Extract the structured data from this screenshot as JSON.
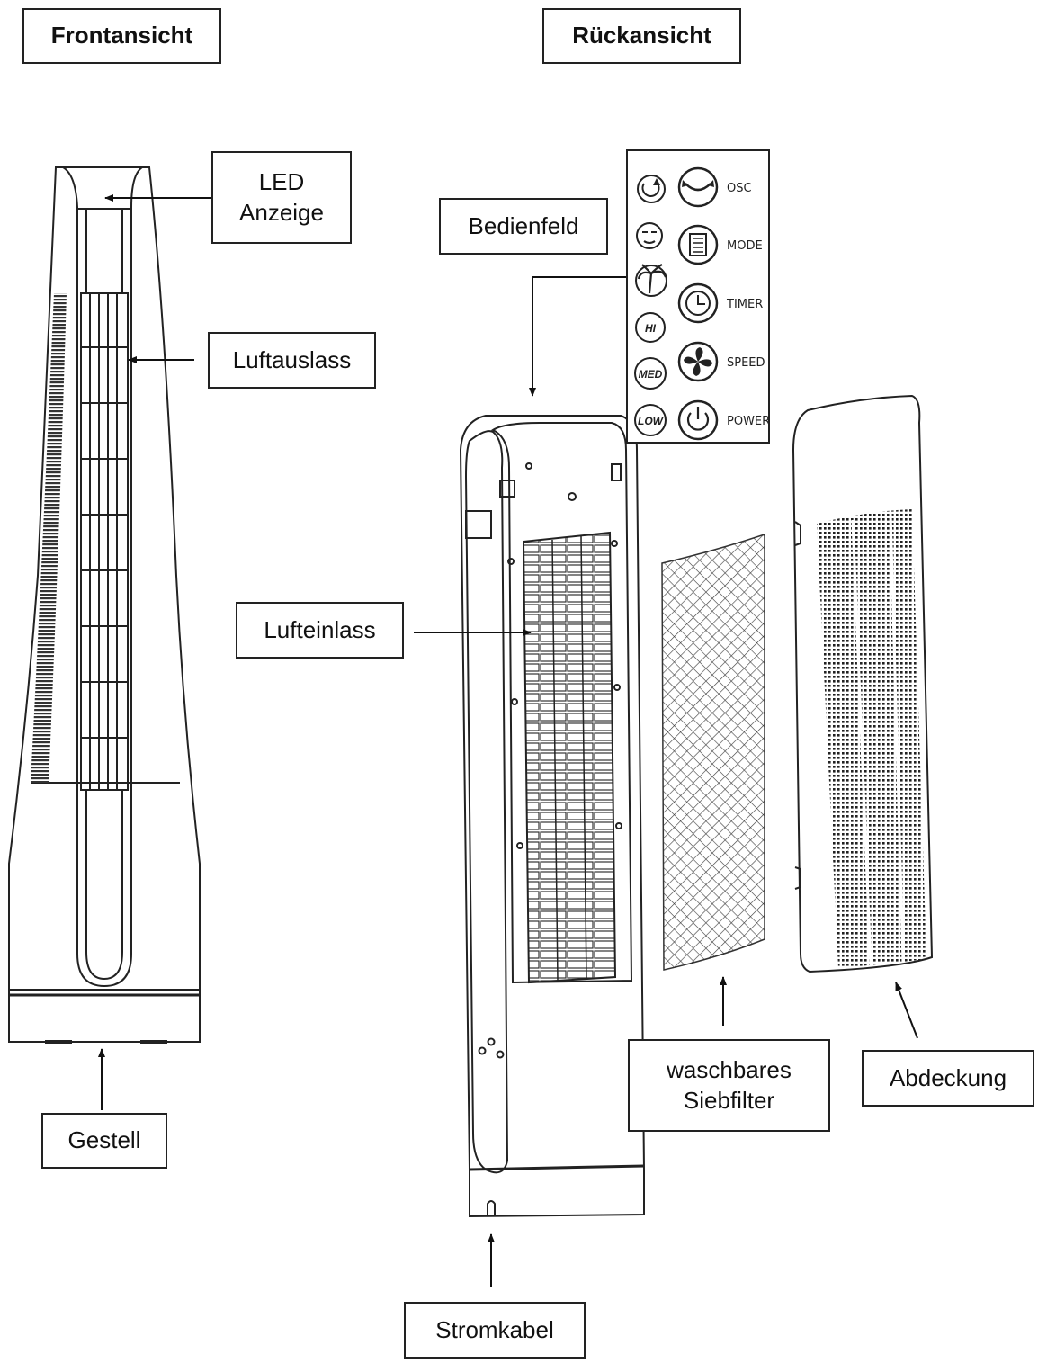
{
  "headings": {
    "front": "Frontansicht",
    "back": "Rückansicht"
  },
  "labels": {
    "led_line1": "LED",
    "led_line2": "Anzeige",
    "luftauslass": "Luftauslass",
    "bedienfeld": "Bedienfeld",
    "lufteinlass": "Lufteinlass",
    "gestell": "Gestell",
    "stromkabel": "Stromkabel",
    "filter_line1": "waschbares",
    "filter_line2": "Siebfilter",
    "abdeckung": "Abdeckung"
  },
  "control_panel": {
    "left_buttons": [
      {
        "icon": "rotate-icon",
        "text": ""
      },
      {
        "icon": "sleep-icon",
        "text": ""
      },
      {
        "icon": "palm-tree-icon",
        "text": ""
      },
      {
        "icon": "hi-icon",
        "text": "HI"
      },
      {
        "icon": "med-icon",
        "text": "MED"
      },
      {
        "icon": "low-icon",
        "text": "LOW"
      }
    ],
    "right_buttons": [
      {
        "icon": "oscillation-icon",
        "label": "OSC"
      },
      {
        "icon": "mode-icon",
        "label": "MODE"
      },
      {
        "icon": "timer-icon",
        "label": "TIMER"
      },
      {
        "icon": "fan-speed-icon",
        "label": "SPEED"
      },
      {
        "icon": "power-icon",
        "label": "POWER"
      }
    ]
  }
}
